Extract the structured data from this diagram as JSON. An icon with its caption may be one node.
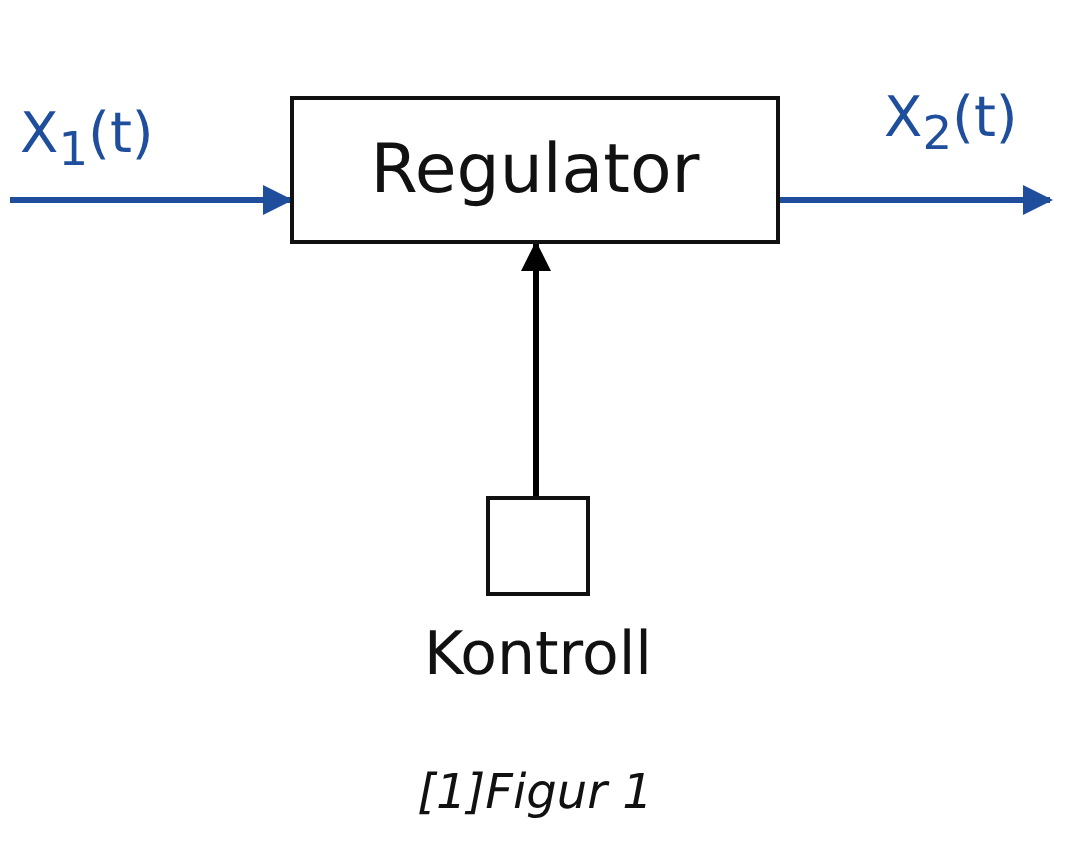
{
  "diagram": {
    "caption": "[1]Figur 1",
    "nodes": [
      {
        "text": [
          "Regulator"
        ]
      },
      {
        "text": [],
        "shape": "box",
        "beside": [
          "Kontroll"
        ]
      }
    ],
    "edges": [
      {
        "from": null,
        "to": 0,
        "arrow": "to",
        "label": "X$_{1}$(t)",
        "color": "#1f4e9c"
      },
      {
        "from": 0,
        "to": null,
        "arrow": "to",
        "label": "X$_{2}$(t)",
        "color": "#1f4e9c"
      },
      {
        "from": 1,
        "to": 0,
        "arrow": "to",
        "color": "#000000"
      }
    ]
  }
}
